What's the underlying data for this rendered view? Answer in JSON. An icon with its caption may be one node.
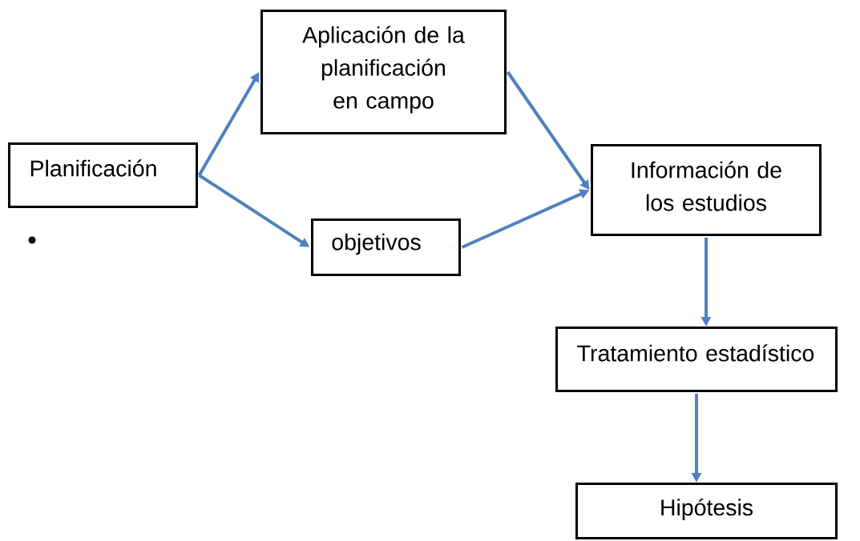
{
  "diagram": {
    "nodes": [
      {
        "text": [
          "Planificación"
        ]
      },
      {
        "text": [
          "Aplicación de la planificación en campo"
        ]
      },
      {
        "text": [
          "objetivos"
        ]
      },
      {
        "text": [
          "Información de los estudios"
        ]
      },
      {
        "text": [
          "Tratamiento estadístico"
        ]
      },
      {
        "text": [
          "Hipótesis"
        ]
      }
    ],
    "edges": [
      {
        "from": 0,
        "to": 1,
        "arrow": "to"
      },
      {
        "from": 0,
        "to": 2,
        "arrow": "to"
      },
      {
        "from": 1,
        "to": 3,
        "arrow": "to"
      },
      {
        "from": 2,
        "to": 3,
        "arrow": "to"
      },
      {
        "from": 3,
        "to": 4,
        "arrow": "to"
      },
      {
        "from": 4,
        "to": 5,
        "arrow": "to"
      }
    ]
  }
}
